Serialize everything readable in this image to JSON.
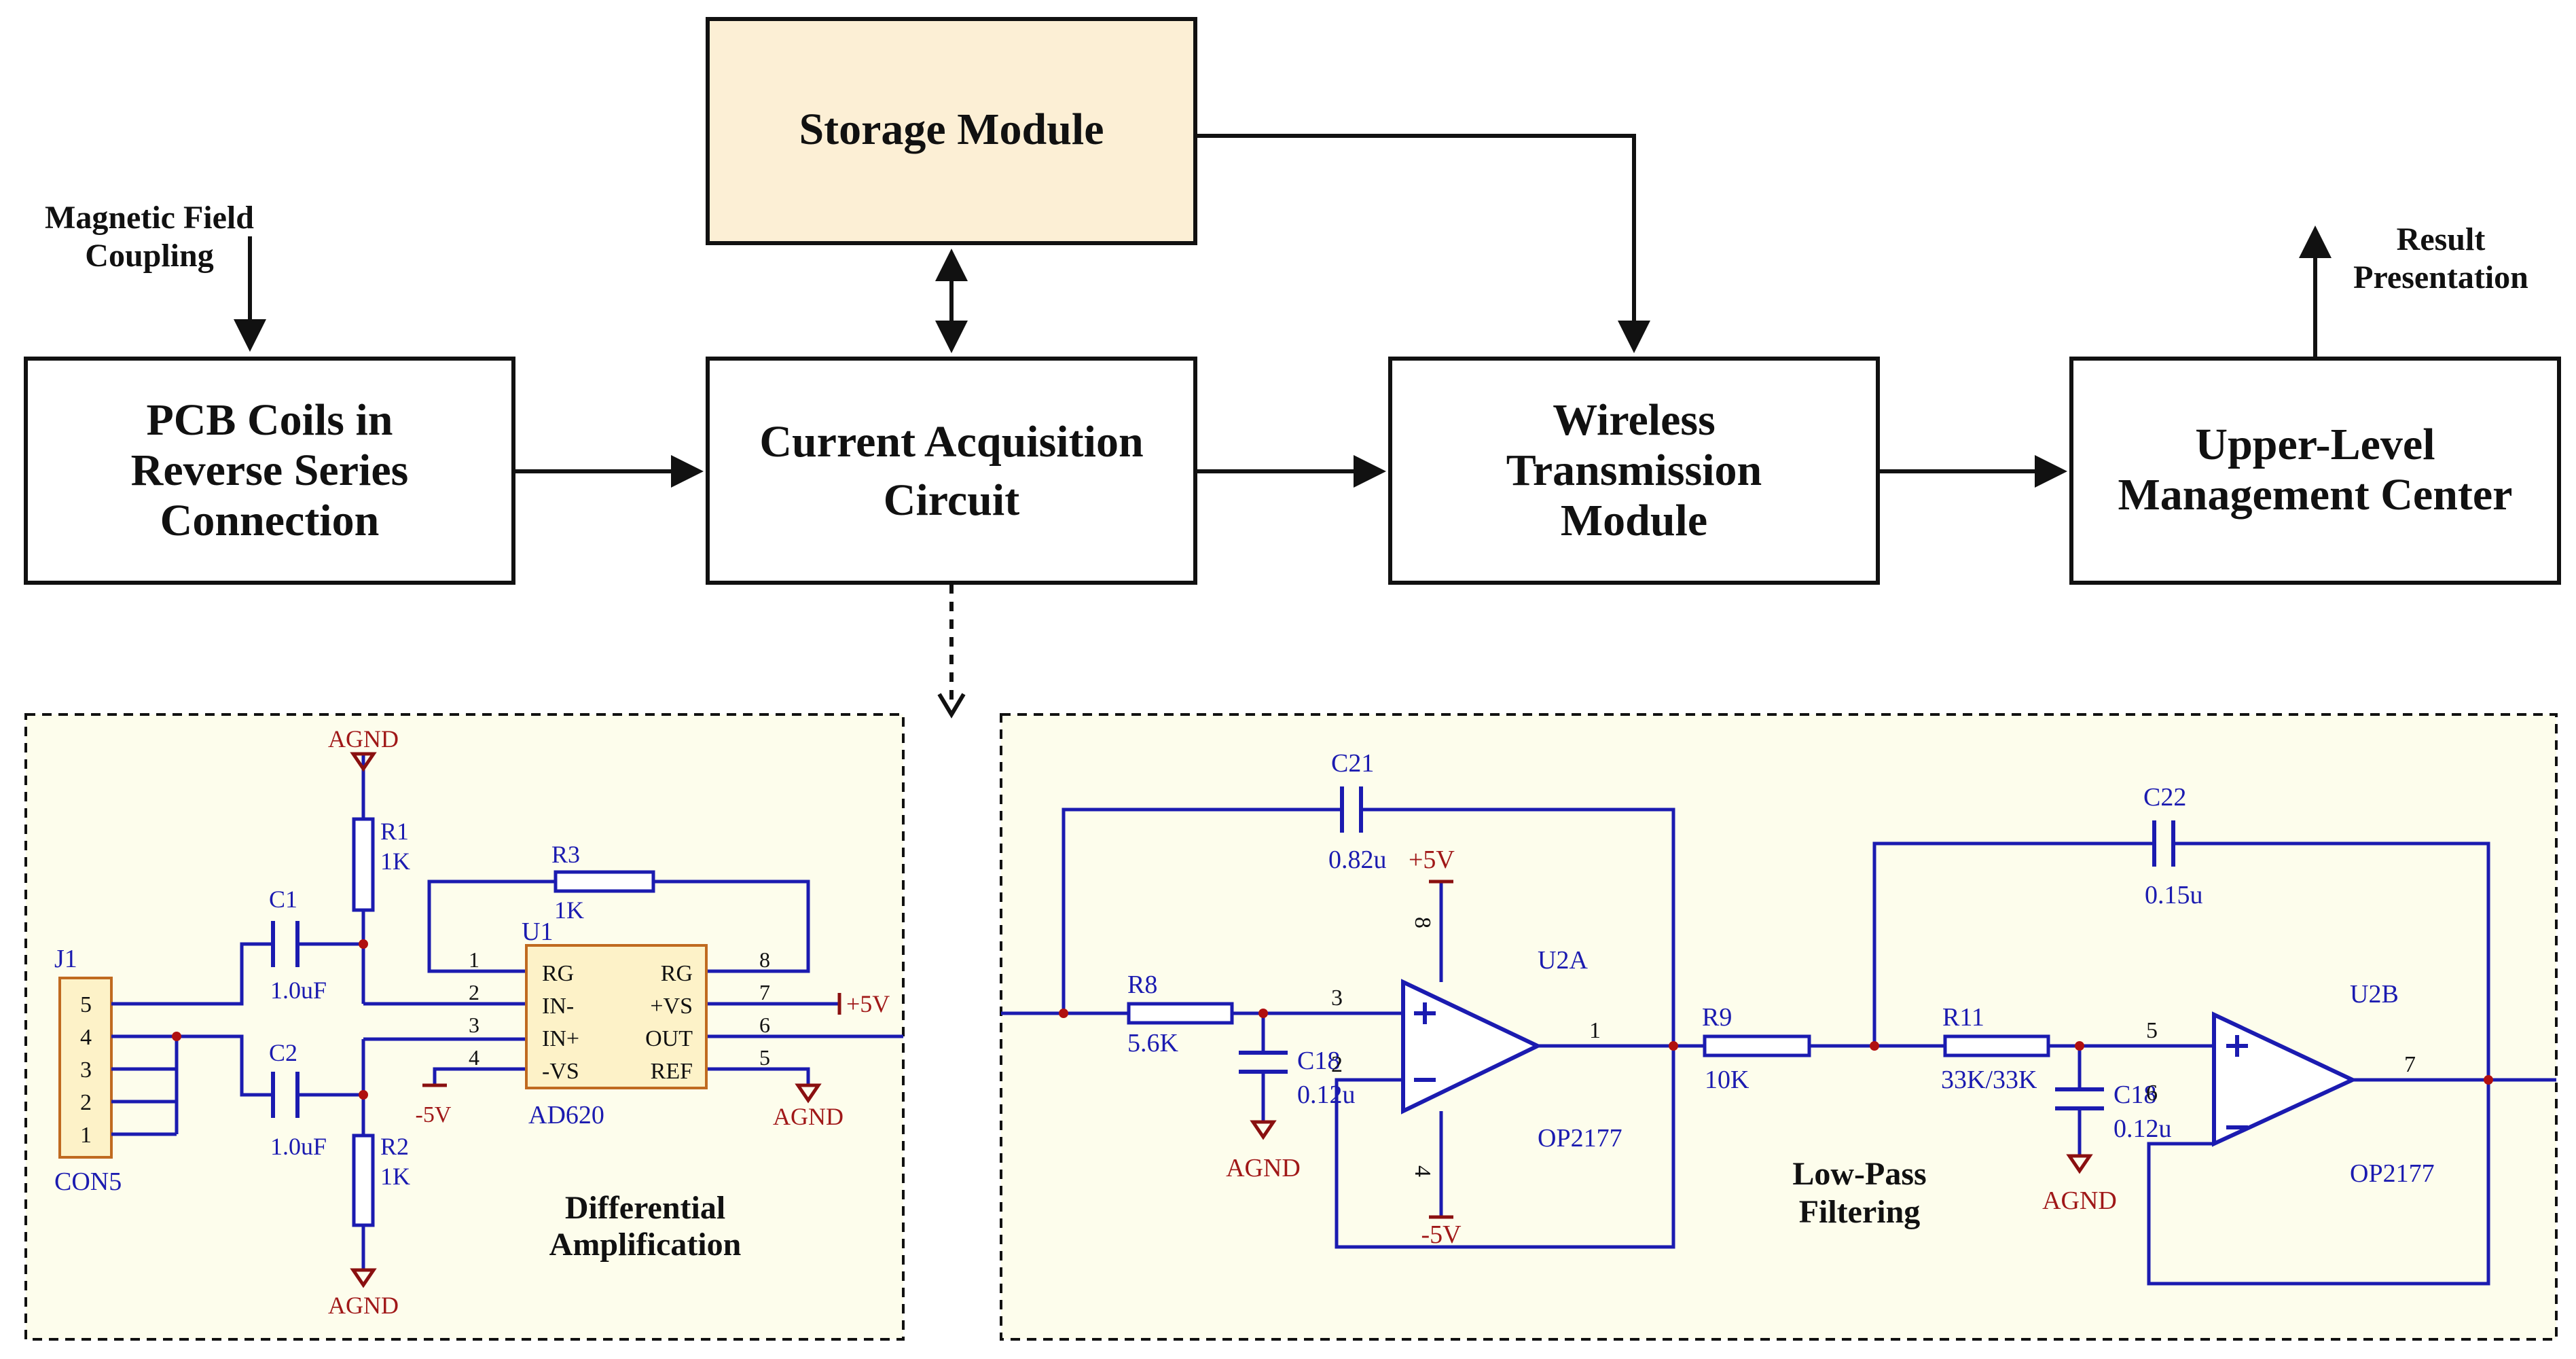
{
  "blocks": {
    "storage": "Storage Module",
    "pcb": [
      "PCB Coils in",
      "Reverse Series",
      "Connection"
    ],
    "current": [
      "Current Acquisition",
      "Circuit"
    ],
    "wireless": [
      "Wireless",
      "Transmission",
      "Module"
    ],
    "upper": [
      "Upper-Level",
      "Management Center"
    ]
  },
  "labels": {
    "magnetic": [
      "Magnetic Field",
      "Coupling"
    ],
    "result": [
      "Result",
      "Presentation"
    ],
    "diff": [
      "Differential",
      "Amplification"
    ],
    "lowpass": [
      "Low-Pass",
      "Filtering"
    ]
  },
  "colors": {
    "storage_fill": "#fcefd5",
    "schematic_bg": "#fdfdec",
    "chip_fill": "#fdf2c8",
    "wire": "#1b1bb0",
    "power_label": "#a01818"
  },
  "schematic_left": {
    "j1": "J1",
    "con5": "CON5",
    "con_pins": [
      "5",
      "4",
      "3",
      "2",
      "1"
    ],
    "c1": "C1",
    "c1v": "1.0uF",
    "c2": "C2",
    "c2v": "1.0uF",
    "r1": "R1",
    "r1v": "1K",
    "r2": "R2",
    "r2v": "1K",
    "r3": "R3",
    "r3v": "1K",
    "u1": "U1",
    "ad620": "AD620",
    "pins_left": [
      "RG",
      "IN-",
      "IN+",
      "-VS"
    ],
    "pins_right": [
      "RG",
      "+VS",
      "OUT",
      "REF"
    ],
    "pin_nums_left": [
      "1",
      "2",
      "3",
      "4"
    ],
    "pin_nums_right": [
      "8",
      "7",
      "6",
      "5"
    ],
    "agnd_top": "AGND",
    "agnd_bottom": "AGND",
    "agnd_ref": "AGND",
    "minus5": "-5V",
    "plus5": "+5V"
  },
  "schematic_right": {
    "c21": "C21",
    "c21v": "0.82u",
    "c22": "C22",
    "c22v": "0.15u",
    "r8": "R8",
    "r8v": "5.6K",
    "c18a": "C18",
    "c18av": "0.12u",
    "c18b": "C18",
    "c18bv": "0.12u",
    "r9": "R9",
    "r9v": "10K",
    "r11": "R11",
    "r11v": "33K/33K",
    "u2a": "U2A",
    "u2b": "U2B",
    "op2177a": "OP2177",
    "op2177b": "OP2177",
    "plus5": "+5V",
    "minus5": "-5V",
    "agnd1": "AGND",
    "agnd2": "AGND",
    "pin3": "3",
    "pin2": "2",
    "pin1": "1",
    "pin8": "8",
    "pin4": "4",
    "pin5": "5",
    "pin6": "6",
    "pin7": "7"
  }
}
